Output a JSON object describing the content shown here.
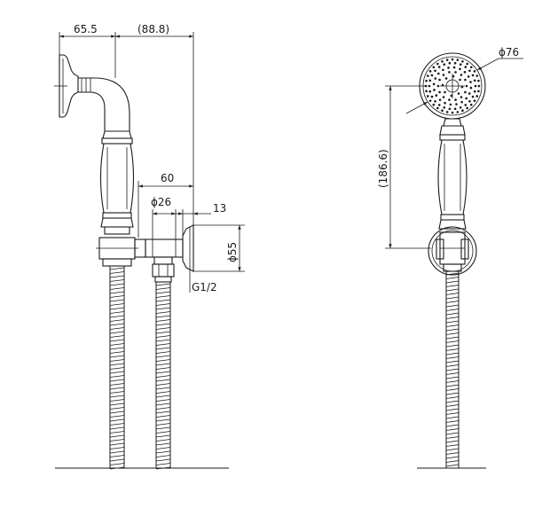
{
  "dimensions": {
    "wall_to_bend": "65.5",
    "bend_to_bracket": "(88.8)",
    "bracket_depth": "60",
    "pipe_diameter": "ϕ26",
    "flange_depth": "13",
    "flange_diameter": "ϕ55",
    "thread": "G1/2",
    "head_diameter": "ϕ76",
    "handle_length": "(186.6)"
  }
}
